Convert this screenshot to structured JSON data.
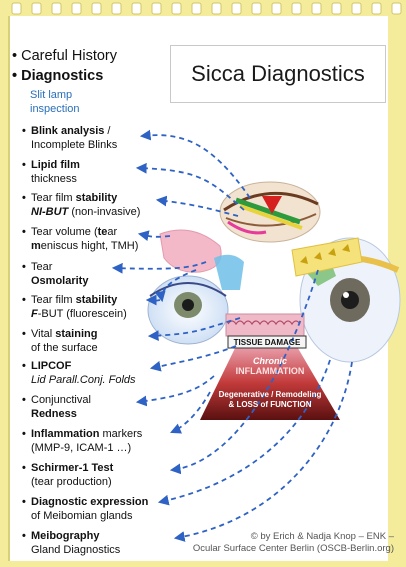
{
  "title": "Sicca Diagnostics",
  "top_items": [
    "Careful History",
    "Diagnostics"
  ],
  "slit_lamp": {
    "line1": "Slit lamp",
    "line2": "inspection"
  },
  "items": [
    {
      "l1": [
        {
          "t": "Blink analysis",
          "s": "b"
        },
        {
          "t": " /",
          "s": ""
        }
      ],
      "l2": [
        {
          "t": "Incomplete Blinks",
          "s": ""
        }
      ]
    },
    {
      "l1": [
        {
          "t": "Lipid film",
          "s": "b"
        }
      ],
      "l2": [
        {
          "t": "thickness",
          "s": ""
        }
      ]
    },
    {
      "l1": [
        {
          "t": "Tear film ",
          "s": ""
        },
        {
          "t": "stability",
          "s": "b"
        }
      ],
      "l2": [
        {
          "t": "NI-BUT",
          "s": "bi"
        },
        {
          "t": " (non-invasive)",
          "s": ""
        }
      ]
    },
    {
      "l1": [
        {
          "t": "Tear volume (",
          "s": ""
        },
        {
          "t": "te",
          "s": "b"
        },
        {
          "t": "ar",
          "s": ""
        }
      ],
      "l2": [
        {
          "t": "m",
          "s": "b"
        },
        {
          "t": "eniscus hight, TMH)",
          "s": ""
        }
      ]
    },
    {
      "l1": [
        {
          "t": "Tear",
          "s": ""
        }
      ],
      "l2": [
        {
          "t": "Osmolarity",
          "s": "b"
        }
      ]
    },
    {
      "l1": [
        {
          "t": "Tear film ",
          "s": ""
        },
        {
          "t": "stability",
          "s": "b"
        }
      ],
      "l2": [
        {
          "t": "F",
          "s": "bi"
        },
        {
          "t": "-BUT (fluorescein)",
          "s": ""
        }
      ]
    },
    {
      "l1": [
        {
          "t": "Vital ",
          "s": ""
        },
        {
          "t": "staining",
          "s": "b"
        }
      ],
      "l2": [
        {
          "t": "of the surface",
          "s": ""
        }
      ]
    },
    {
      "l1": [
        {
          "t": "LIPCOF",
          "s": "b"
        }
      ],
      "l2": [
        {
          "t": "Lid Parall.Conj. Folds",
          "s": "i"
        }
      ]
    },
    {
      "l1": [
        {
          "t": "Conjunctival",
          "s": ""
        }
      ],
      "l2": [
        {
          "t": "Redness",
          "s": "b"
        }
      ]
    },
    {
      "l1": [
        {
          "t": "Inflammation",
          "s": "b"
        },
        {
          "t": " markers",
          "s": ""
        }
      ],
      "l2": [
        {
          "t": "(MMP-9, ICAM-1 …)",
          "s": ""
        }
      ]
    },
    {
      "l1": [
        {
          "t": "Schirmer-1 Test",
          "s": "b"
        }
      ],
      "l2": [
        {
          "t": "(tear production)",
          "s": ""
        }
      ]
    },
    {
      "l1": [
        {
          "t": "Diagnostic expression",
          "s": "b"
        }
      ],
      "l2": [
        {
          "t": "of Meibomian glands",
          "s": ""
        }
      ]
    },
    {
      "l1": [
        {
          "t": "Meibography",
          "s": "b"
        }
      ],
      "l2": [
        {
          "t": "Gland Diagnostics",
          "s": ""
        }
      ]
    }
  ],
  "pyramid": {
    "tissue_damage": "TISSUE DAMAGE",
    "chronic_l1": "Chronic",
    "chronic_l2": "INFLAMMATION",
    "degen_l1": "Degenerative / Remodeling",
    "degen_l2": "& LOSS of FUNCTION"
  },
  "copyright": {
    "line1": "© by Erich & Nadja Knop – ENK –",
    "line2": "Ocular Surface Center Berlin (OSCB-Berlin.org)"
  },
  "colors": {
    "paper": "#f4ec9a",
    "arrow": "#2e62c4",
    "accent_blue": "#2a6fb8"
  }
}
